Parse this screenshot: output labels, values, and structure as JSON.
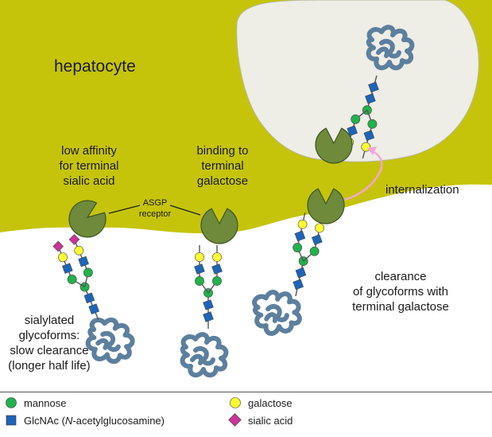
{
  "labels": {
    "cell": "hepatocyte",
    "low_affinity": [
      "low affinity",
      "for terminal",
      "sialic acid"
    ],
    "binding": [
      "binding to",
      "terminal",
      "galactose"
    ],
    "receptor": [
      "ASGP",
      "receptor"
    ],
    "internalization": "internalization",
    "clearance": [
      "clearance",
      "of glycoforms with",
      "terminal galactose"
    ],
    "sialylated": [
      "sialylated",
      "glycoforms:",
      "slow clearance",
      "(longer half life)"
    ]
  },
  "legend": {
    "mannose": "mannose",
    "glcnac_prefix": "GlcNAc (",
    "glcnac_italic": "N",
    "glcnac_suffix": "-acetylglucosamine)",
    "galactose": "galactose",
    "sialic": "sialic acid"
  },
  "colors": {
    "cell": "#c5c40a",
    "vesicle": "#eeede6",
    "receptor": "#6f8a3a",
    "mannose": "#22b14c",
    "glcnac": "#1e64b8",
    "galactose": "#ffff33",
    "sialic": "#cc3399",
    "protein": "#5d7f9e",
    "arrow": "#f4a6d8"
  }
}
